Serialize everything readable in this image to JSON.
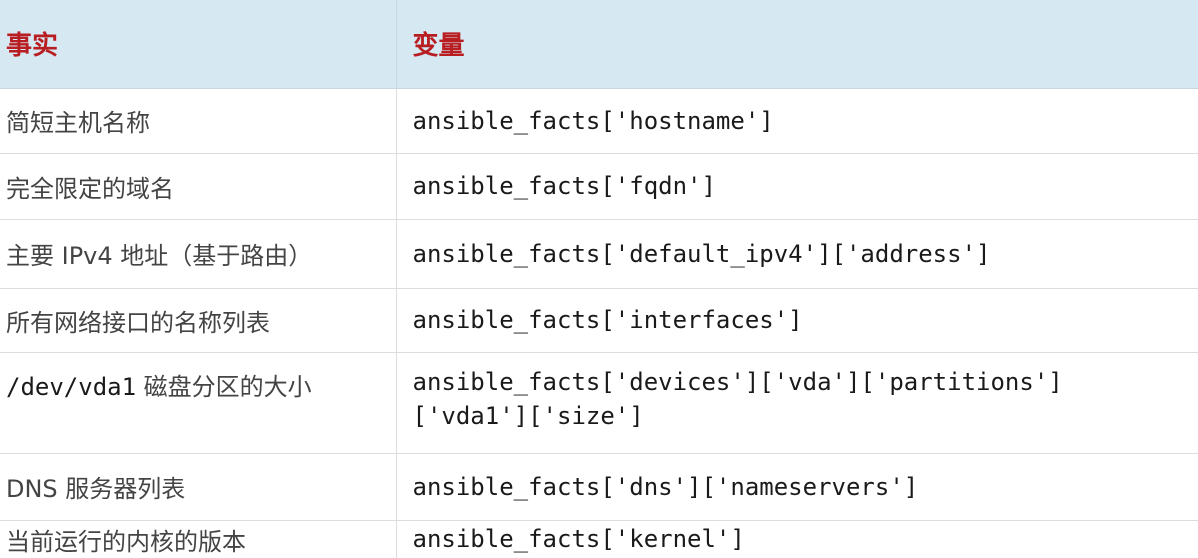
{
  "table": {
    "headers": {
      "fact": "事实",
      "variable": "变量"
    },
    "rows": [
      {
        "fact": "简短主机名称",
        "variable": "ansible_facts['hostname']"
      },
      {
        "fact": "完全限定的域名",
        "variable": "ansible_facts['fqdn']"
      },
      {
        "fact": "主要 IPv4 地址（基于路由）",
        "variable": "ansible_facts['default_ipv4']['address']"
      },
      {
        "fact": "所有网络接口的名称列表",
        "variable": "ansible_facts['interfaces']"
      },
      {
        "fact_mono": "/dev/vda1",
        "fact_text": " 磁盘分区的大小",
        "variable_line1": "ansible_facts['devices']['vda']['partitions']",
        "variable_line2": "['vda1']['size']"
      },
      {
        "fact": "DNS 服务器列表",
        "variable": "ansible_facts['dns']['nameservers']"
      },
      {
        "fact": "当前运行的内核的版本",
        "variable": "ansible_facts['kernel']"
      }
    ]
  }
}
